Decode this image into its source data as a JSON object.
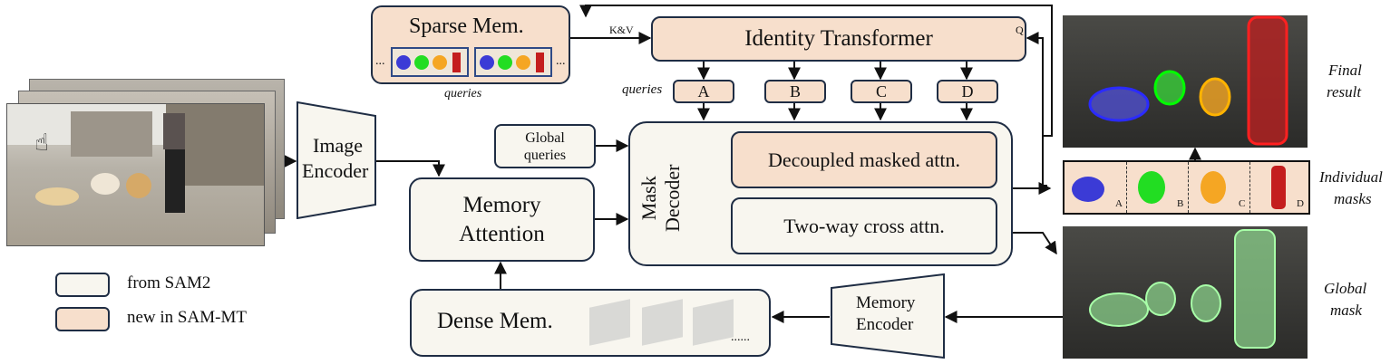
{
  "sparse_mem": {
    "title": "Sparse Mem.",
    "dots_left": "...",
    "dots_right": "...",
    "queries_label": "queries"
  },
  "identity_transformer": {
    "title": "Identity Transformer",
    "kv_label": "K&V",
    "q_label": "Q"
  },
  "queries_label": "queries",
  "query_boxes": [
    "A",
    "B",
    "C",
    "D"
  ],
  "global_queries": {
    "line1": "Global",
    "line2": "queries"
  },
  "image_encoder": {
    "line1": "Image",
    "line2": "Encoder"
  },
  "memory_attention": {
    "line1": "Memory",
    "line2": "Attention"
  },
  "mask_decoder": {
    "line1": "Mask",
    "line2": "Decoder",
    "decoupled": "Decoupled masked attn.",
    "twoway": "Two-way cross attn."
  },
  "dense_mem": {
    "title": "Dense Mem.",
    "dots": "......"
  },
  "memory_encoder": {
    "line1": "Memory",
    "line2": "Encoder"
  },
  "legend": {
    "sam2": "from SAM2",
    "new": "new in SAM-MT"
  },
  "outputs": {
    "final_result": {
      "line1": "Final",
      "line2": "result"
    },
    "individual_masks": {
      "line1": "Individual",
      "line2": "masks"
    },
    "global_mask": {
      "line1": "Global",
      "line2": "mask"
    },
    "mask_letters": [
      "A",
      "B",
      "C",
      "D"
    ]
  },
  "colors": {
    "sam2_fill": "#f8f6ef",
    "new_fill": "#f7dfcc",
    "border": "#1f2d44",
    "mask_a": "#3b3bd6",
    "mask_b": "#22dd22",
    "mask_c": "#f5a623",
    "mask_d": "#c41e1e",
    "global_mask": "#7fd67f"
  }
}
